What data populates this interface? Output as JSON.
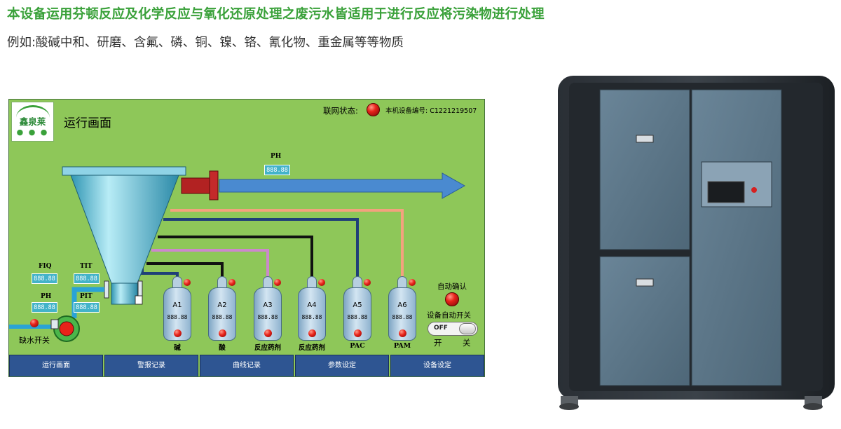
{
  "headline": "本设备运用芬顿反应及化学反应与氧化还原处理之废污水皆适用于进行反应将污染物进行处理",
  "subline": "例如:酸碱中和、研磨、含氟、磷、铜、镍、铬、氰化物、重金属等等物质",
  "hmi": {
    "logo_text": "鑫泉莱",
    "title": "运行画面",
    "network_label": "联网状态:",
    "device_id": "本机设备编号: C1221219507",
    "sensors": {
      "ph_top_label": "PH",
      "ph_top_value": "888.88",
      "fiq_label": "FIQ",
      "fiq_value": "888.88",
      "tit_label": "TIT",
      "tit_value": "888.88",
      "ph_left_label": "PH",
      "ph_left_value": "888.88",
      "pit_label": "PIT",
      "pit_value": "888.88"
    },
    "water_shortage_label": "缺水开关",
    "tanks": [
      {
        "name": "A1",
        "value": "888.88",
        "label": "碱"
      },
      {
        "name": "A2",
        "value": "888.88",
        "label": "酸"
      },
      {
        "name": "A3",
        "value": "888.88",
        "label": "反应药剂"
      },
      {
        "name": "A4",
        "value": "888.88",
        "label": "反应药剂"
      },
      {
        "name": "A5",
        "value": "888.88",
        "label": "PAC"
      },
      {
        "name": "A6",
        "value": "888.88",
        "label": "PAM"
      }
    ],
    "auto_confirm_label": "自动确认",
    "auto_switch_label": "设备自动开关",
    "toggle_state": "OFF",
    "switch_on": "开",
    "switch_off": "关",
    "nav": [
      "运行画面",
      "警报记录",
      "曲线记录",
      "参数设定",
      "设备设定"
    ],
    "colors": {
      "screen_bg": "#8ec759",
      "nav_bg": "#2e5592",
      "outflow_arrow": "#4a8ad0",
      "alarm_lamp": "#e8231a"
    }
  }
}
